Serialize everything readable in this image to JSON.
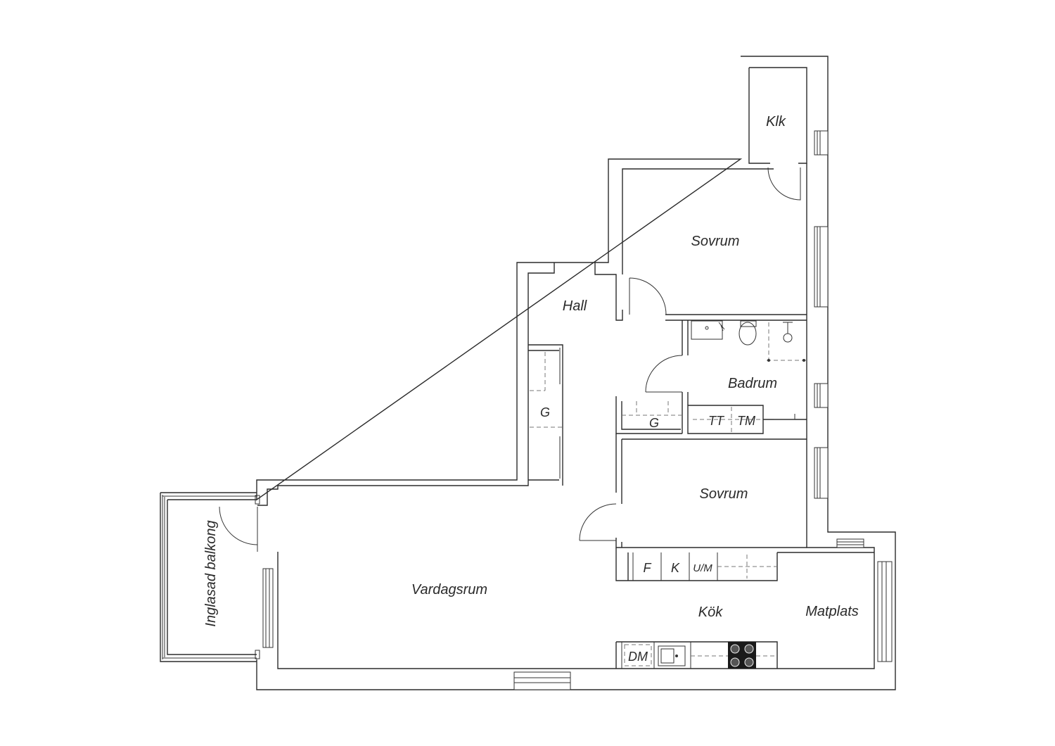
{
  "rooms": {
    "klk": "Klk",
    "sovrum_top": "Sovrum",
    "hall": "Hall",
    "badrum": "Badrum",
    "sovrum_mid": "Sovrum",
    "vardagsrum": "Vardagsrum",
    "kok": "Kök",
    "matplats": "Matplats",
    "balkong": "Inglasad balkong"
  },
  "fixtures": {
    "g_hall": "G",
    "g_mid": "G",
    "tt": "TT",
    "tm": "TM",
    "f": "F",
    "k": "K",
    "um": "U/M",
    "dm": "DM"
  }
}
